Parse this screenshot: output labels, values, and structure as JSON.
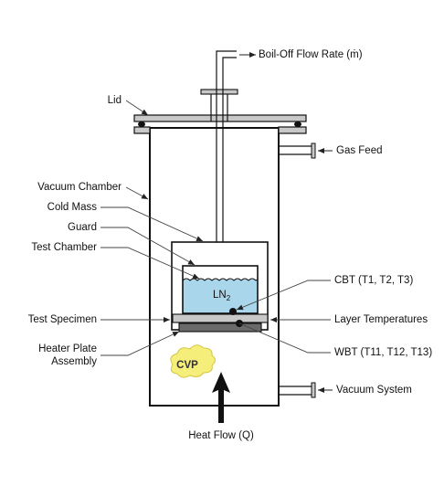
{
  "labels": {
    "boil_off": "Boil-Off Flow Rate (ṁ)",
    "lid": "Lid",
    "gas_feed": "Gas Feed",
    "vacuum_chamber": "Vacuum Chamber",
    "cold_mass": "Cold Mass",
    "guard": "Guard",
    "test_chamber": "Test Chamber",
    "cbt": "CBT (T1, T2, T3)",
    "ln2_main": "LN",
    "ln2_sub": "2",
    "test_specimen": "Test Specimen",
    "layer_temperatures": "Layer Temperatures",
    "heater_plate_line1": "Heater Plate",
    "heater_plate_line2": "Assembly",
    "wbt": "WBT (T11, T12, T13)",
    "cvp": "CVP",
    "vacuum_system": "Vacuum System",
    "heat_flow": "Heat Flow (Q)"
  },
  "colors": {
    "liquid": "#a9d6ea",
    "cvp_cloud": "#f6ee7a",
    "specimen": "#c8c8c8",
    "heater": "#6a6a6a",
    "lid": "#c8c8c8"
  }
}
